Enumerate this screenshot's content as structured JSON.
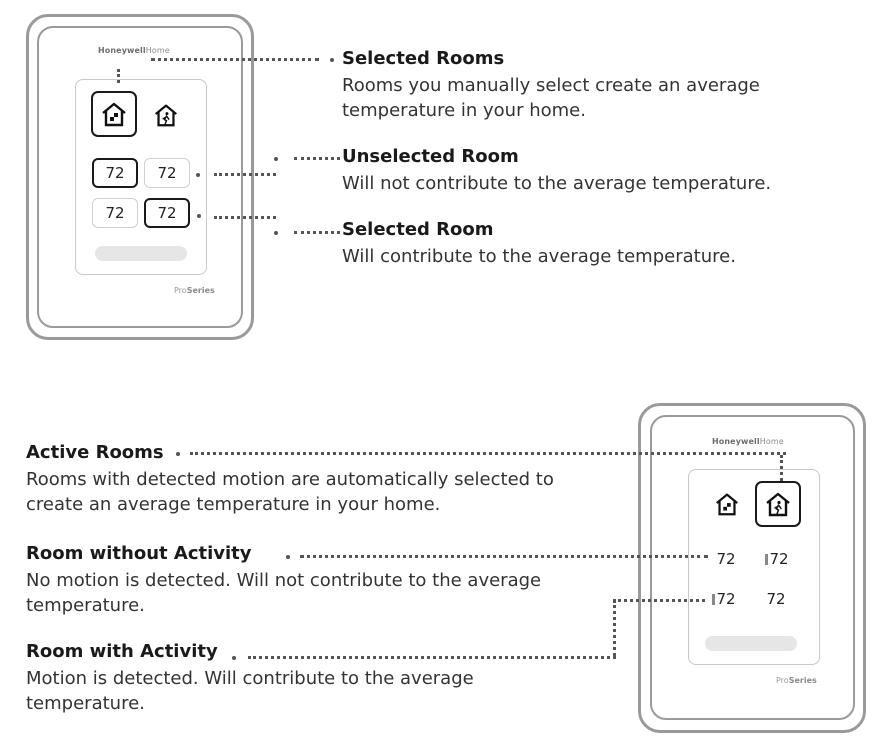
{
  "top_device": {
    "brand_bold": "Honeywell",
    "brand_light": "Home",
    "series_light": "Pro",
    "series_bold": "Series",
    "tiles": [
      "72",
      "72",
      "72",
      "72"
    ]
  },
  "bottom_device": {
    "brand_bold": "Honeywell",
    "brand_light": "Home",
    "series_light": "Pro",
    "series_bold": "Series",
    "tiles": [
      "72",
      "72",
      "72",
      "72"
    ]
  },
  "callouts_top": [
    {
      "heading": "Selected Rooms",
      "description": "Rooms you manually select create an average temperature in your home."
    },
    {
      "heading": "Unselected Room",
      "description": "Will not contribute to the average temperature."
    },
    {
      "heading": "Selected Room",
      "description": "Will contribute to the average temperature."
    }
  ],
  "callouts_bottom": [
    {
      "heading": "Active Rooms",
      "description": "Rooms with detected motion are automatically selected to create an average temperature in your home."
    },
    {
      "heading": "Room without Activity",
      "description": "No motion is detected. Will not contribute to the average temperature."
    },
    {
      "heading": "Room with Activity",
      "description": "Motion is detected. Will contribute to the average temperature."
    }
  ]
}
